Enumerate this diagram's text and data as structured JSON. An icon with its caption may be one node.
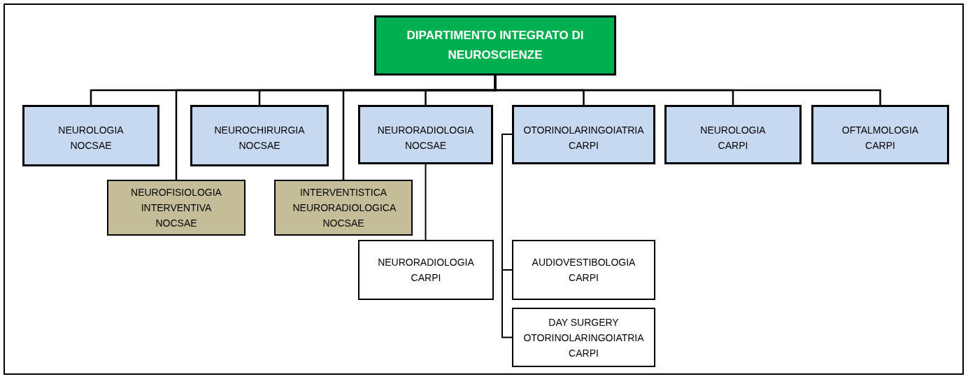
{
  "diagram": {
    "nodes": [
      {
        "text": [
          "DIPARTIMENTO INTEGRATO DI NEUROSCIENZE"
        ]
      },
      {
        "text": [
          "NEUROLOGIA NOCSAE"
        ]
      },
      {
        "text": [
          "NEUROFISIOLOGIA INTERVENTIVA NOCSAE"
        ]
      },
      {
        "text": [
          "NEUROCHIRURGIA NOCSAE"
        ]
      },
      {
        "text": [
          "INTERVENTISTICA NEURORADIOLOGICA NOCSAE"
        ]
      },
      {
        "text": [
          "NEURORADIOLOGIA NOCSAE"
        ]
      },
      {
        "text": [
          "NEURORADIOLOGIA CARPI"
        ]
      },
      {
        "text": [
          "OTORINOLARINGOIATRIA CARPI"
        ]
      },
      {
        "text": [
          "AUDIOVESTIBOLOGIA CARPI"
        ]
      },
      {
        "text": [
          "DAY SURGERY OTORINOLARINGOIATRIA CARPI"
        ]
      },
      {
        "text": [
          "NEUROLOGIA CARPI"
        ]
      },
      {
        "text": [
          "OFTALMOLOGIA CARPI"
        ]
      }
    ],
    "edges": [
      {
        "from": 0,
        "to": 1,
        "arrow": "none"
      },
      {
        "from": 0,
        "to": 2,
        "arrow": "none"
      },
      {
        "from": 0,
        "to": 3,
        "arrow": "none"
      },
      {
        "from": 0,
        "to": 4,
        "arrow": "none"
      },
      {
        "from": 0,
        "to": 5,
        "arrow": "none"
      },
      {
        "from": 0,
        "to": 7,
        "arrow": "none"
      },
      {
        "from": 0,
        "to": 10,
        "arrow": "none"
      },
      {
        "from": 0,
        "to": 11,
        "arrow": "none"
      },
      {
        "from": 5,
        "to": 6,
        "arrow": "none"
      },
      {
        "from": 7,
        "to": 8,
        "arrow": "none"
      },
      {
        "from": 7,
        "to": 9,
        "arrow": "none"
      }
    ]
  }
}
